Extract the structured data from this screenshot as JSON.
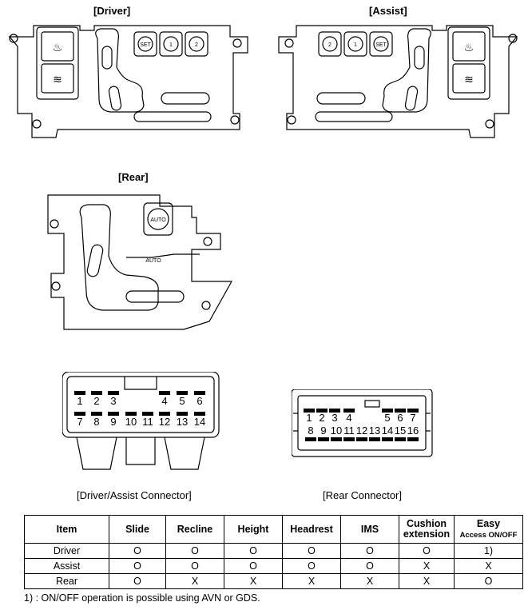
{
  "titles": {
    "driver": "[Driver]",
    "assist": "[Assist]",
    "rear": "[Rear]"
  },
  "switch_labels": {
    "driver_buttons": [
      "SET",
      "1",
      "2"
    ],
    "assist_buttons": [
      "2",
      "1",
      "SET"
    ],
    "rear_button": "AUTO",
    "rear_indicator": "AUTO"
  },
  "connectors": {
    "driver_assist": {
      "caption": "[Driver/Assist Connector]",
      "top_row": [
        "1",
        "2",
        "3",
        "4",
        "5",
        "6"
      ],
      "bottom_row": [
        "7",
        "8",
        "9",
        "10",
        "11",
        "12",
        "13",
        "14"
      ]
    },
    "rear": {
      "caption": "[Rear Connector]",
      "top_row": [
        "1",
        "2",
        "3",
        "4",
        "5",
        "6",
        "7"
      ],
      "bottom_row": [
        "8",
        "9",
        "10",
        "11",
        "12",
        "13",
        "14",
        "15",
        "16"
      ]
    }
  },
  "table": {
    "headers": [
      "Item",
      "Slide",
      "Recline",
      "Height",
      "Headrest",
      "IMS",
      "Cushion extension",
      "Easy"
    ],
    "easy_sub": "Access ON/OFF",
    "cushion_line1": "Cushion",
    "cushion_line2": "extension",
    "rows": [
      [
        "Driver",
        "O",
        "O",
        "O",
        "O",
        "O",
        "O",
        "1)"
      ],
      [
        "Assist",
        "O",
        "O",
        "O",
        "O",
        "O",
        "X",
        "X"
      ],
      [
        "Rear",
        "O",
        "X",
        "X",
        "X",
        "X",
        "X",
        "O"
      ]
    ]
  },
  "footnote": "1) : ON/OFF operation is possible using AVN or GDS."
}
